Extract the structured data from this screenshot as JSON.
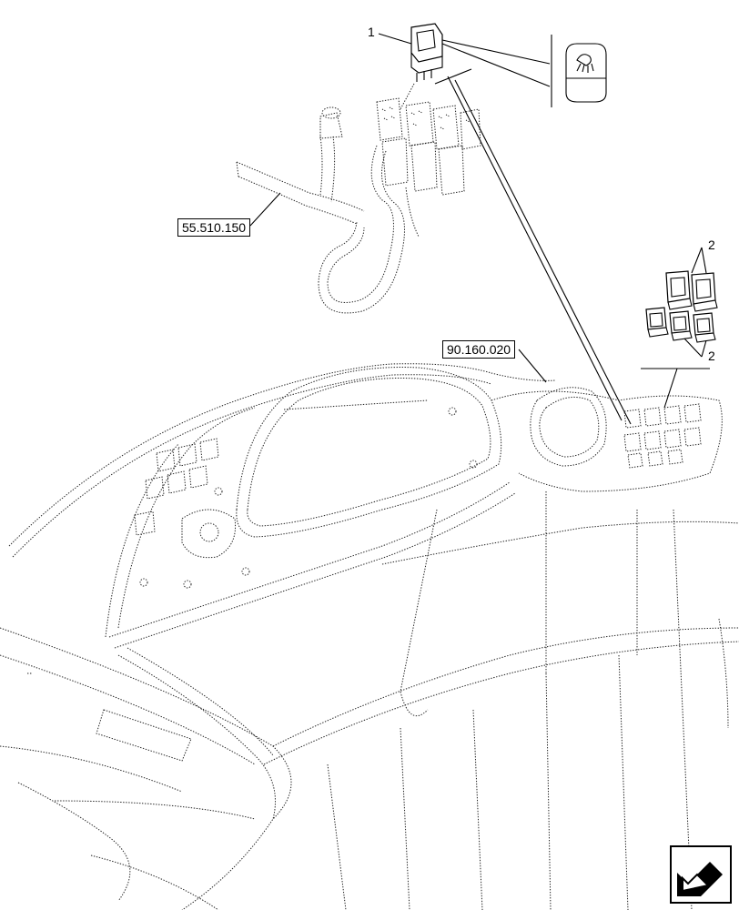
{
  "references": {
    "ref_harness": "55.510.150",
    "ref_console": "90.160.020"
  },
  "callouts": {
    "item_1": "1",
    "item_2_top": "2",
    "item_2_bottom": "2"
  },
  "icons": {
    "switch_symbol": "work-light-icon",
    "navigation": "previous-page-arrow-icon"
  }
}
